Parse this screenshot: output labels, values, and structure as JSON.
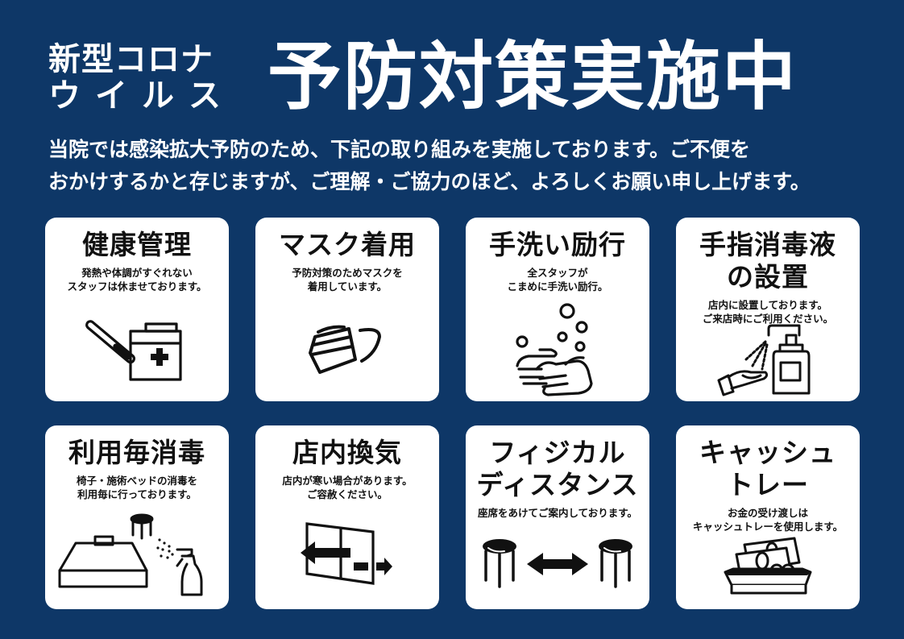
{
  "header": {
    "sub_title_line1": "新型コロナ",
    "sub_title_line2": "ウイルス",
    "main_title": "予防対策実施中"
  },
  "intro": {
    "line1": "当院では感染拡大予防のため、下記の取り組みを実施しております。ご不便を",
    "line2": "おかけするかと存じますが、ご理解・ご協力のほど、よろしくお願い申し上げます。"
  },
  "colors": {
    "background": "#0e3767",
    "card": "#ffffff",
    "text_on_bg": "#ffffff",
    "card_text": "#111111"
  },
  "cards": [
    {
      "title_lines": [
        "健康管理"
      ],
      "desc_lines": [
        "発熱や体調がすぐれない",
        "スタッフは休ませております。"
      ],
      "icon": "thermometer-first-aid-kit-icon"
    },
    {
      "title_lines": [
        "マスク着用"
      ],
      "desc_lines": [
        "予防対策のためマスクを",
        "着用しています。"
      ],
      "icon": "face-mask-icon"
    },
    {
      "title_lines": [
        "手洗い励行"
      ],
      "desc_lines": [
        "全スタッフが",
        "こまめに手洗い励行。"
      ],
      "icon": "hand-washing-icon"
    },
    {
      "title_lines": [
        "手指消毒液",
        "の設置"
      ],
      "desc_lines": [
        "店内に設置しております。",
        "ご来店時にご利用ください。"
      ],
      "icon": "hand-sanitizer-icon"
    },
    {
      "title_lines": [
        "利用毎消毒"
      ],
      "desc_lines": [
        "椅子・施術ベッドの消毒を",
        "利用毎に行っております。"
      ],
      "icon": "disinfect-bed-spray-icon"
    },
    {
      "title_lines": [
        "店内換気"
      ],
      "desc_lines": [
        "店内が寒い場合があります。",
        "ご容赦ください。"
      ],
      "icon": "window-ventilation-icon"
    },
    {
      "title_lines": [
        "フィジカル",
        "ディスタンス"
      ],
      "desc_lines": [
        "座席をあけてご案内しております。"
      ],
      "icon": "stools-distance-icon"
    },
    {
      "title_lines": [
        "キャッシュ",
        "トレー"
      ],
      "desc_lines": [
        "お金の受け渡しは",
        "キャッシュトレーを使用します。"
      ],
      "icon": "cash-tray-icon"
    }
  ]
}
